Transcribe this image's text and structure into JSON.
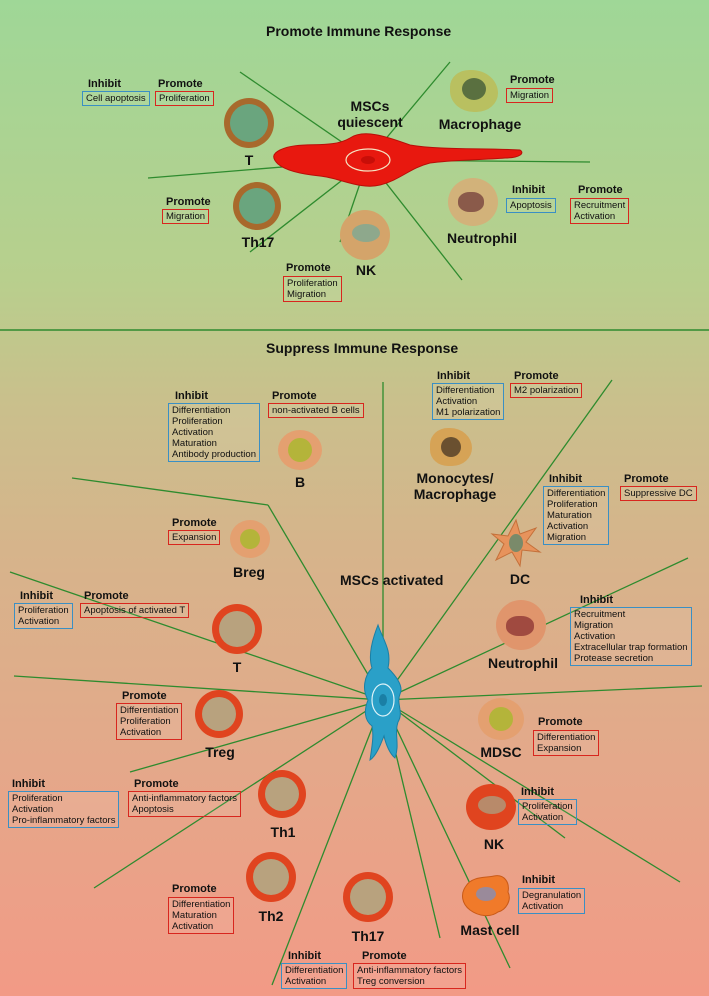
{
  "sections": {
    "top_title": "Promote Immune Response",
    "bottom_title": "Suppress Immune Response",
    "msc_quiescent": "MSCs\nquiescent",
    "msc_activated": "MSCs activated"
  },
  "top": {
    "t": {
      "name": "T",
      "inhibit_header": "Inhibit",
      "inhibit": [
        "Cell apoptosis"
      ],
      "promote_header": "Promote",
      "promote": [
        "Proliferation"
      ]
    },
    "macrophage": {
      "name": "Macrophage",
      "promote_header": "Promote",
      "promote": [
        "Migration"
      ]
    },
    "th17": {
      "name": "Th17",
      "promote_header": "Promote",
      "promote": [
        "Migration"
      ]
    },
    "neutrophil": {
      "name": "Neutrophil",
      "inhibit_header": "Inhibit",
      "inhibit": [
        "Apoptosis"
      ],
      "promote_header": "Promote",
      "promote": [
        "Recruitment",
        "Activation"
      ]
    },
    "nk": {
      "name": "NK",
      "promote_header": "Promote",
      "promote": [
        "Proliferation",
        "Migration"
      ]
    }
  },
  "bottom": {
    "b": {
      "name": "B",
      "inhibit_header": "Inhibit",
      "inhibit": [
        "Differentiation",
        "Proliferation",
        "Activation",
        "Maturation",
        "Antibody production"
      ],
      "promote_header": "Promote",
      "promote": [
        "non-activated B cells"
      ]
    },
    "mono": {
      "name": "Monocytes/\nMacrophage",
      "inhibit_header": "Inhibit",
      "inhibit": [
        "Differentiation",
        "Activation",
        "M1 polarization"
      ],
      "promote_header": "Promote",
      "promote": [
        "M2 polarization"
      ]
    },
    "breg": {
      "name": "Breg",
      "promote_header": "Promote",
      "promote": [
        "Expansion"
      ]
    },
    "dc": {
      "name": "DC",
      "inhibit_header": "Inhibit",
      "inhibit": [
        "Differentiation",
        "Proliferation",
        "Maturation",
        "Activation",
        "Migration"
      ],
      "promote_header": "Promote",
      "promote": [
        "Suppressive DC"
      ]
    },
    "t": {
      "name": "T",
      "inhibit_header": "Inhibit",
      "inhibit": [
        "Proliferation",
        "Activation"
      ],
      "promote_header": "Promote",
      "promote": [
        "Apoptosis of activated T"
      ]
    },
    "neutrophil": {
      "name": "Neutrophil",
      "inhibit_header": "Inhibit",
      "inhibit": [
        "Recruitment",
        "Migration",
        "Activation",
        "Extracellular trap formation",
        "Protease secretion"
      ]
    },
    "treg": {
      "name": "Treg",
      "promote_header": "Promote",
      "promote": [
        "Differentiation",
        "Proliferation",
        "Activation"
      ]
    },
    "mdsc": {
      "name": "MDSC",
      "promote_header": "Promote",
      "promote": [
        "Differentiation",
        "Expansion"
      ]
    },
    "th1": {
      "name": "Th1",
      "inhibit_header": "Inhibit",
      "inhibit": [
        "Proliferation",
        "Activation",
        "Pro-inflammatory factors"
      ],
      "promote_header": "Promote",
      "promote": [
        "Anti-inflammatory factors",
        "Apoptosis"
      ]
    },
    "nk": {
      "name": "NK",
      "inhibit_header": "Inhibit",
      "inhibit": [
        "Proliferation",
        "Activation"
      ]
    },
    "th2": {
      "name": "Th2",
      "promote_header": "Promote",
      "promote": [
        "Differentiation",
        "Maturation",
        "Activation"
      ]
    },
    "th17": {
      "name": "Th17",
      "inhibit_header": "Inhibit",
      "inhibit": [
        "Differentiation",
        "Activation"
      ],
      "promote_header": "Promote",
      "promote": [
        "Anti-inflammatory factors",
        "Treg conversion"
      ]
    },
    "mast": {
      "name": "Mast cell",
      "inhibit_header": "Inhibit",
      "inhibit": [
        "Degranulation",
        "Activation"
      ]
    }
  },
  "colors": {
    "inhibit_box": "#3a8fc4",
    "promote_box": "#d8261e",
    "line": "#2e8b2e",
    "msc_quiescent": "#e8180f",
    "msc_activated": "#2aa0c8"
  }
}
